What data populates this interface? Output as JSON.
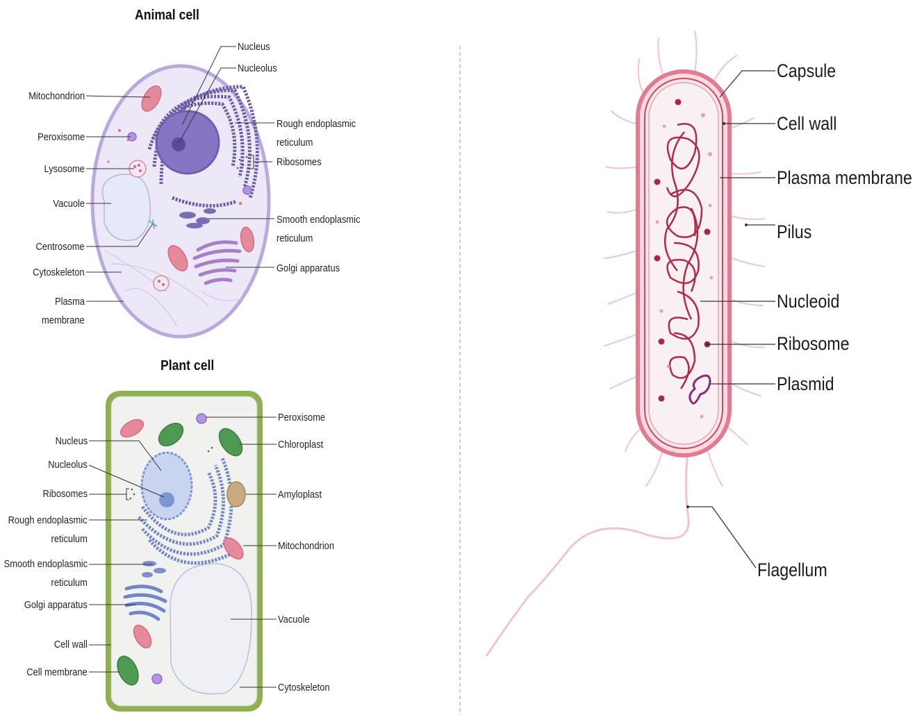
{
  "animal": {
    "title": "Animal cell",
    "labels": {
      "nucleus": "Nucleus",
      "nucleolus": "Nucleolus",
      "mitochondrion": "Mitochondrion",
      "peroxisome": "Peroxisome",
      "lysosome": "Lysosome",
      "vacuole": "Vacuole",
      "centrosome": "Centrosome",
      "cytoskeleton": "Cytoskeleton",
      "plasma_membrane_1": "Plasma",
      "plasma_membrane_2": "membrane",
      "rough_er_1": "Rough endoplasmic",
      "rough_er_2": "reticulum",
      "ribosomes": "Ribosomes",
      "smooth_er_1": "Smooth endoplasmic",
      "smooth_er_2": "reticulum",
      "golgi": "Golgi apparatus"
    }
  },
  "plant": {
    "title": "Plant cell",
    "labels": {
      "peroxisome": "Peroxisome",
      "chloroplast": "Chloroplast",
      "amyloplast": "Amyloplast",
      "mitochondrion": "Mitochondrion",
      "vacuole": "Vacuole",
      "cytoskeleton": "Cytoskeleton",
      "nucleus": "Nucleus",
      "nucleolus": "Nucleolus",
      "ribosomes": "Ribosomes",
      "rough_er_1": "Rough endoplasmic",
      "rough_er_2": "reticulum",
      "smooth_er_1": "Smooth endoplasmic",
      "smooth_er_2": "reticulum",
      "golgi": "Golgi apparatus",
      "cell_wall": "Cell wall",
      "cell_membrane": "Cell membrane"
    }
  },
  "bacterium": {
    "labels": {
      "capsule": "Capsule",
      "cell_wall": "Cell wall",
      "plasma_membrane": "Plasma membrane",
      "pilus": "Pilus",
      "nucleoid": "Nucleoid",
      "ribosome": "Ribosome",
      "plasmid": "Plasmid",
      "flagellum": "Flagellum"
    }
  },
  "colors": {
    "animal_membrane": "#b9a9df",
    "animal_cytoplasm": "#ede8f8",
    "nucleus_purple": "#7d68b8",
    "er_purple": "#6a5aa8",
    "mito_pink": "#e58a9a",
    "plant_wall": "#8db050",
    "plant_cytoplasm": "#f1f2ef",
    "plant_nucleus": "#c8d4f0",
    "plant_er": "#6f86c8",
    "chloroplast_green": "#4f9a52",
    "amyloplast_tan": "#c9a97f",
    "bacteria_capsule": "#e27a92",
    "bacteria_wall": "#c9485f",
    "bacteria_dna": "#b02a45",
    "pili": "#f2c4cf",
    "divider": "#a8a8a8"
  }
}
